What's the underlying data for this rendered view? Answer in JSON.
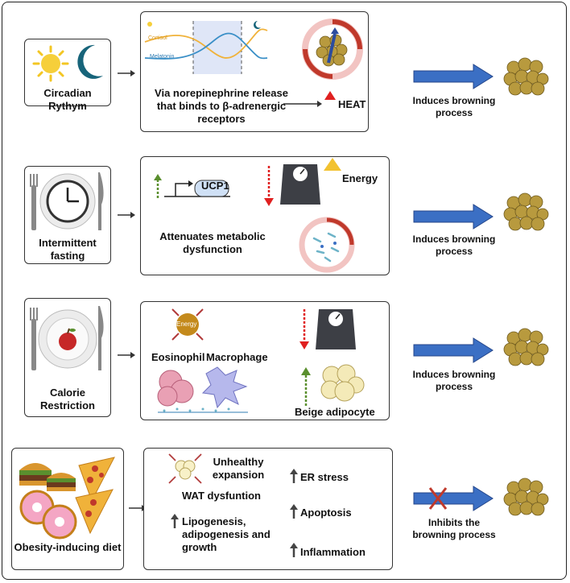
{
  "rows": [
    {
      "trigger": "Circadian Rythym",
      "chart_labels": {
        "cortisol": "Cortisol",
        "melatonin": "Melatonin"
      },
      "mechanism": "Via norepinephrine release  that binds to β-adrenergic receptors",
      "heat": "HEAT",
      "outcome": "Induces browning process"
    },
    {
      "trigger": "Intermittent fasting",
      "gene": "UCP1",
      "mechanism": "Attenuates metabolic dysfunction",
      "energy": "Energy",
      "outcome": "Induces browning process"
    },
    {
      "trigger": "Calorie Restriction",
      "energy_badge": "Energy",
      "cell1": "Eosinophil",
      "cell2": "Macrophage",
      "beige": "Beige adipocyte",
      "outcome": "Induces browning process"
    },
    {
      "trigger": "Obesity-inducing diet",
      "unhealthy": "Unhealthy expansion",
      "wat": "WAT dysfuntion",
      "lipogenesis": "Lipogenesis, adipogenesis and growth",
      "er": "ER stress",
      "apoptosis": "Apoptosis",
      "inflammation": "Inflammation",
      "outcome": "Inhibits the browning process"
    }
  ],
  "colors": {
    "arrow_blue": "#3b6fc4",
    "fat_tan": "#b89a3e",
    "red": "#c0392b",
    "green": "#5a8f2e",
    "yellow": "#f2c230"
  }
}
